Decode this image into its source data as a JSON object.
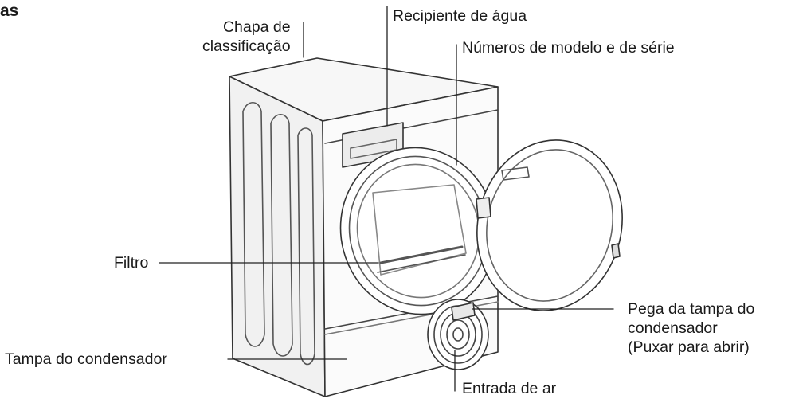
{
  "heading": "as",
  "labels": {
    "rating_plate": [
      "Chapa de",
      "classificação"
    ],
    "water_container": "Recipiente de água",
    "model_serial": "Números de modelo e de série",
    "filter": "Filtro",
    "condenser_cover": "Tampa do condensador",
    "condenser_handle": [
      "Pega da tampa do",
      "condensador",
      "(Puxar para abrir)"
    ],
    "air_inlet": "Entrada de ar"
  }
}
